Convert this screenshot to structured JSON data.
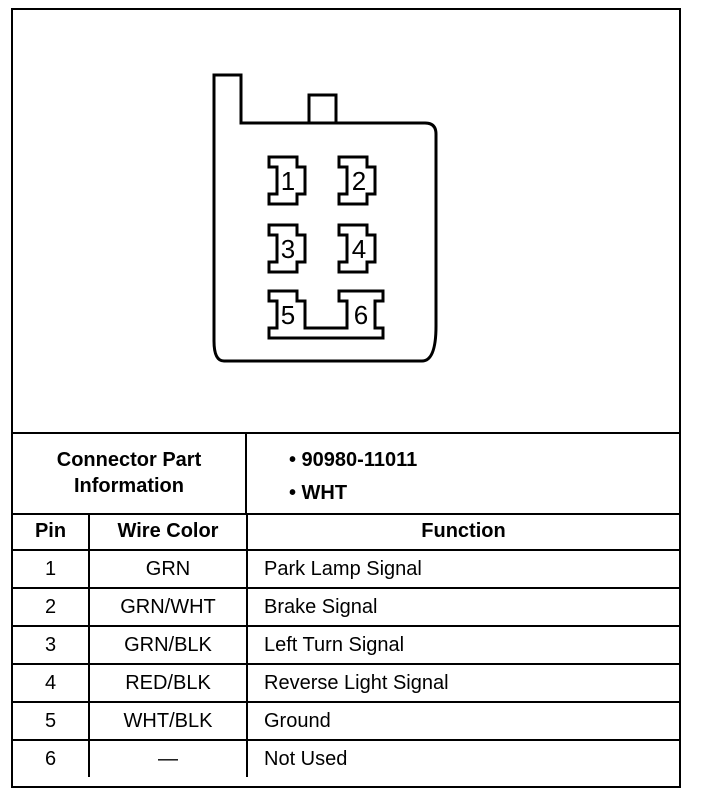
{
  "connector_info": {
    "label_line1": "Connector Part",
    "label_line2": "Information",
    "values": [
      "• 90980-11011",
      "• WHT"
    ]
  },
  "diagram": {
    "pin_labels": [
      "1",
      "2",
      "3",
      "4",
      "5",
      "6"
    ]
  },
  "table": {
    "headers": {
      "pin": "Pin",
      "wire_color": "Wire Color",
      "function": "Function"
    },
    "rows": [
      {
        "pin": "1",
        "wire_color": "GRN",
        "function": "Park Lamp Signal"
      },
      {
        "pin": "2",
        "wire_color": "GRN/WHT",
        "function": "Brake Signal"
      },
      {
        "pin": "3",
        "wire_color": "GRN/BLK",
        "function": "Left Turn Signal"
      },
      {
        "pin": "4",
        "wire_color": "RED/BLK",
        "function": "Reverse Light Signal"
      },
      {
        "pin": "5",
        "wire_color": "WHT/BLK",
        "function": "Ground"
      },
      {
        "pin": "6",
        "wire_color": "—",
        "function": "Not Used"
      }
    ]
  }
}
